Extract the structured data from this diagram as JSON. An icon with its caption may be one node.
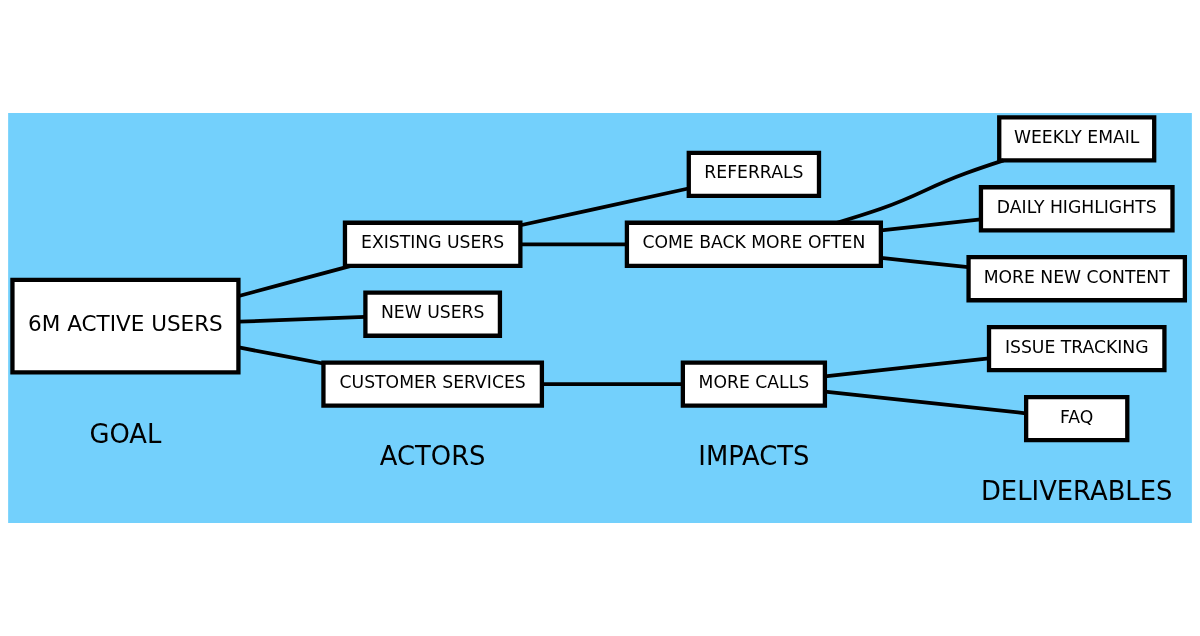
{
  "diagram": {
    "nodes": [
      {
        "text": [
          "6M ACTIVE USERS"
        ]
      },
      {
        "text": [
          "EXISTING USERS"
        ]
      },
      {
        "text": [
          "NEW USERS"
        ]
      },
      {
        "text": [
          "CUSTOMER SERVICES"
        ]
      },
      {
        "text": [
          "REFERRALS"
        ]
      },
      {
        "text": [
          "COME BACK MORE OFTEN"
        ]
      },
      {
        "text": [
          "MORE CALLS"
        ]
      },
      {
        "text": [
          "WEEKLY EMAIL"
        ]
      },
      {
        "text": [
          "DAILY HIGHLIGHTS"
        ]
      },
      {
        "text": [
          "MORE NEW CONTENT"
        ]
      },
      {
        "text": [
          "ISSUE TRACKING"
        ]
      },
      {
        "text": [
          "FAQ"
        ]
      }
    ],
    "edges": [
      {
        "from": 0,
        "to": 1,
        "arrow": "none"
      },
      {
        "from": 0,
        "to": 2,
        "arrow": "none"
      },
      {
        "from": 0,
        "to": 3,
        "arrow": "none"
      },
      {
        "from": 1,
        "to": 4,
        "arrow": "none"
      },
      {
        "from": 1,
        "to": 5,
        "arrow": "none"
      },
      {
        "from": 3,
        "to": 6,
        "arrow": "none"
      },
      {
        "from": 5,
        "to": 7,
        "arrow": "none"
      },
      {
        "from": 5,
        "to": 8,
        "arrow": "none"
      },
      {
        "from": 5,
        "to": 9,
        "arrow": "none"
      },
      {
        "from": 6,
        "to": 10,
        "arrow": "none"
      },
      {
        "from": 6,
        "to": 11,
        "arrow": "none"
      }
    ],
    "labels": [
      "GOAL",
      "ACTORS",
      "IMPACTS",
      "DELIVERABLES"
    ]
  }
}
